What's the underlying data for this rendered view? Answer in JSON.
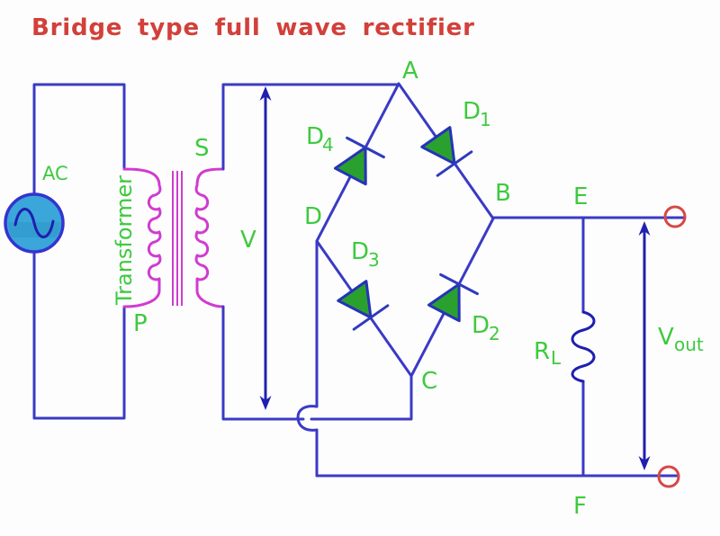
{
  "title": {
    "text": "Bridge type full wave rectifier"
  },
  "colors": {
    "wire_blue": "#3a3ac6",
    "measure_navy": "#1f1fb0",
    "transformer_magenta": "#cf3ccf",
    "label_green": "#3fc93f",
    "title_red": "#d2403a",
    "terminal_red": "#d94747",
    "diode_fill_green": "#2aa12e",
    "ac_source_fill": "#3aa6da"
  },
  "labels": {
    "ac_source": "AC",
    "transformer": "Transformer",
    "secondary_terminal": "S",
    "primary_terminal": "P",
    "secondary_voltage": "V",
    "nodes": {
      "a": "A",
      "b": "B",
      "c": "C",
      "d": "D",
      "e": "E",
      "f": "F"
    },
    "diodes": {
      "d1": {
        "base": "D",
        "sub": "1"
      },
      "d2": {
        "base": "D",
        "sub": "2"
      },
      "d3": {
        "base": "D",
        "sub": "3"
      },
      "d4": {
        "base": "D",
        "sub": "4"
      }
    },
    "load_resistor": {
      "base": "R",
      "sub": "L"
    },
    "output_voltage": {
      "base": "V",
      "sub": "out"
    }
  }
}
